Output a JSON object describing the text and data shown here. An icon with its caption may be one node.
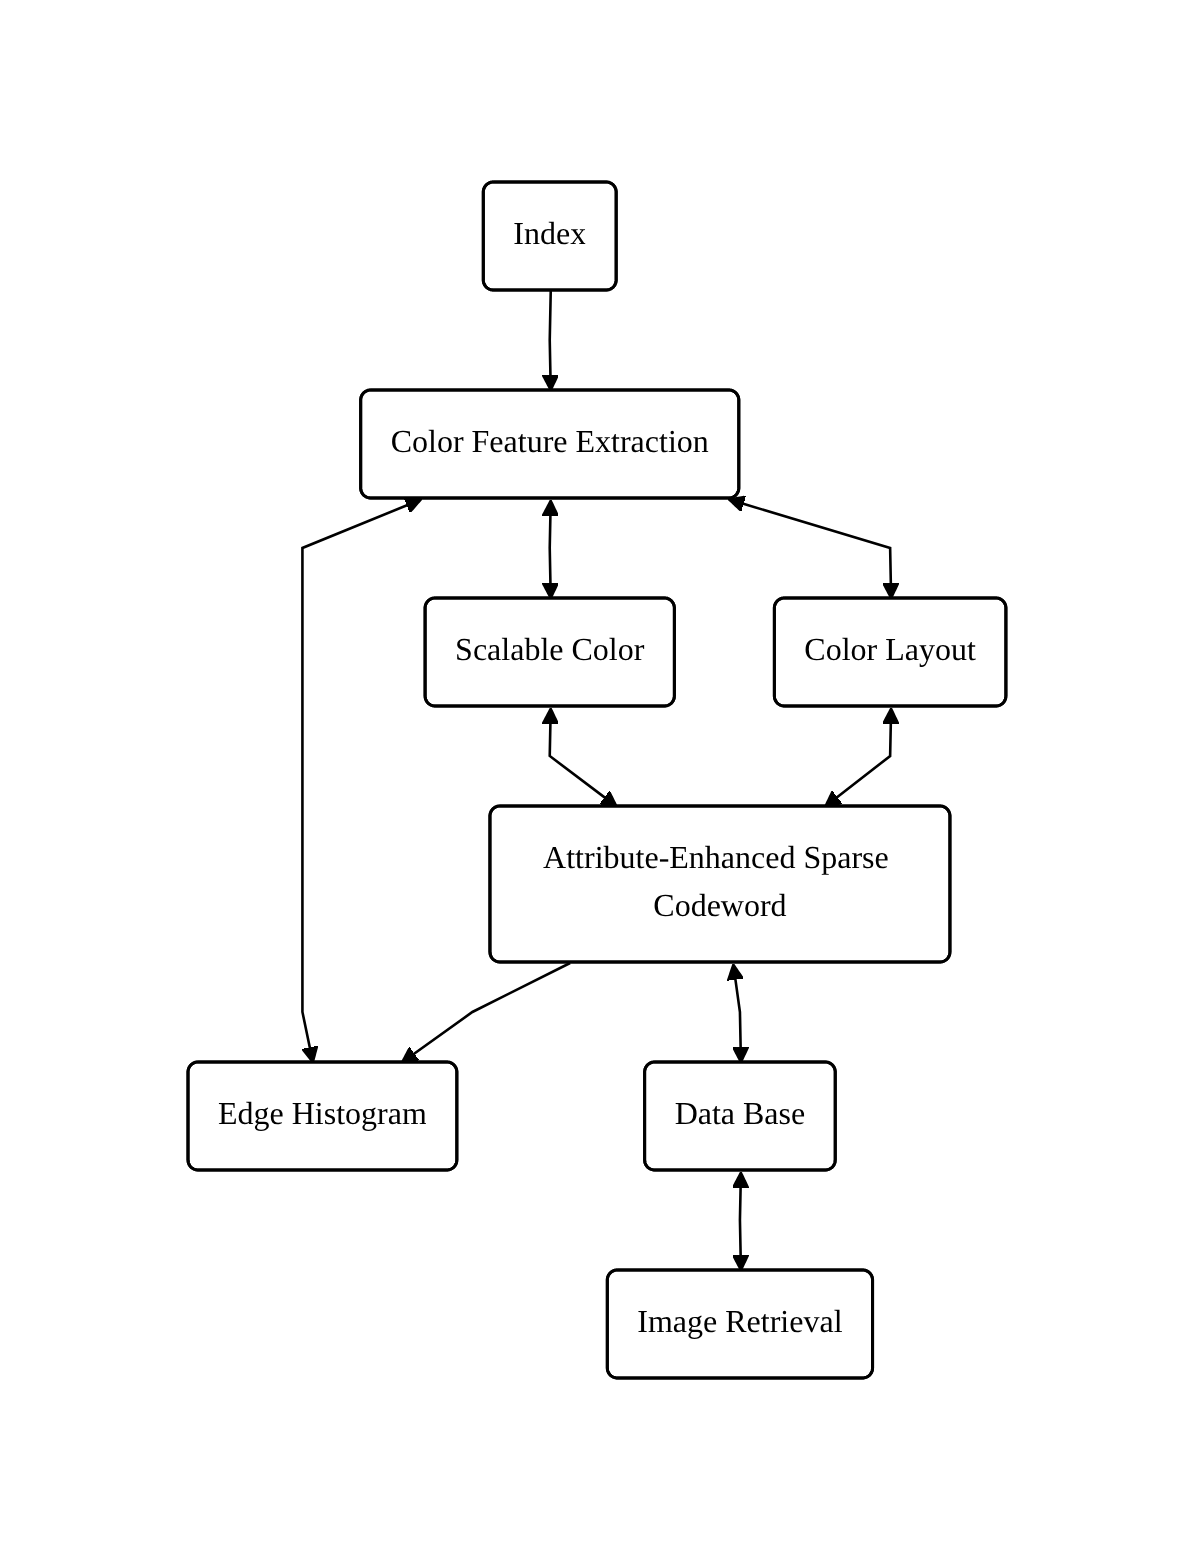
{
  "diagram": {
    "nodes": [
      {
        "text": [
          "Index"
        ]
      },
      {
        "text": [
          "Color Feature Extraction"
        ]
      },
      {
        "text": [
          "Scalable Color"
        ]
      },
      {
        "text": [
          "Edge Histogram"
        ]
      },
      {
        "text": [
          "Color Layout"
        ]
      },
      {
        "text": [
          "Attribute-Enhanced Sparse Codeword"
        ]
      },
      {
        "text": [
          "Data Base"
        ]
      },
      {
        "text": [
          "Image Retrieval"
        ]
      }
    ],
    "edges": [
      {
        "from": 0,
        "to": 1,
        "arrow": "to"
      },
      {
        "from": 1,
        "to": 2,
        "arrow": "both"
      },
      {
        "from": 1,
        "to": 3,
        "arrow": "both"
      },
      {
        "from": 1,
        "to": 4,
        "arrow": "both"
      },
      {
        "from": 2,
        "to": 5,
        "arrow": "both"
      },
      {
        "from": 5,
        "to": 3,
        "arrow": "to"
      },
      {
        "from": 4,
        "to": 5,
        "arrow": "both"
      },
      {
        "from": 5,
        "to": 6,
        "arrow": "both"
      },
      {
        "from": 6,
        "to": 7,
        "arrow": "both"
      }
    ]
  }
}
